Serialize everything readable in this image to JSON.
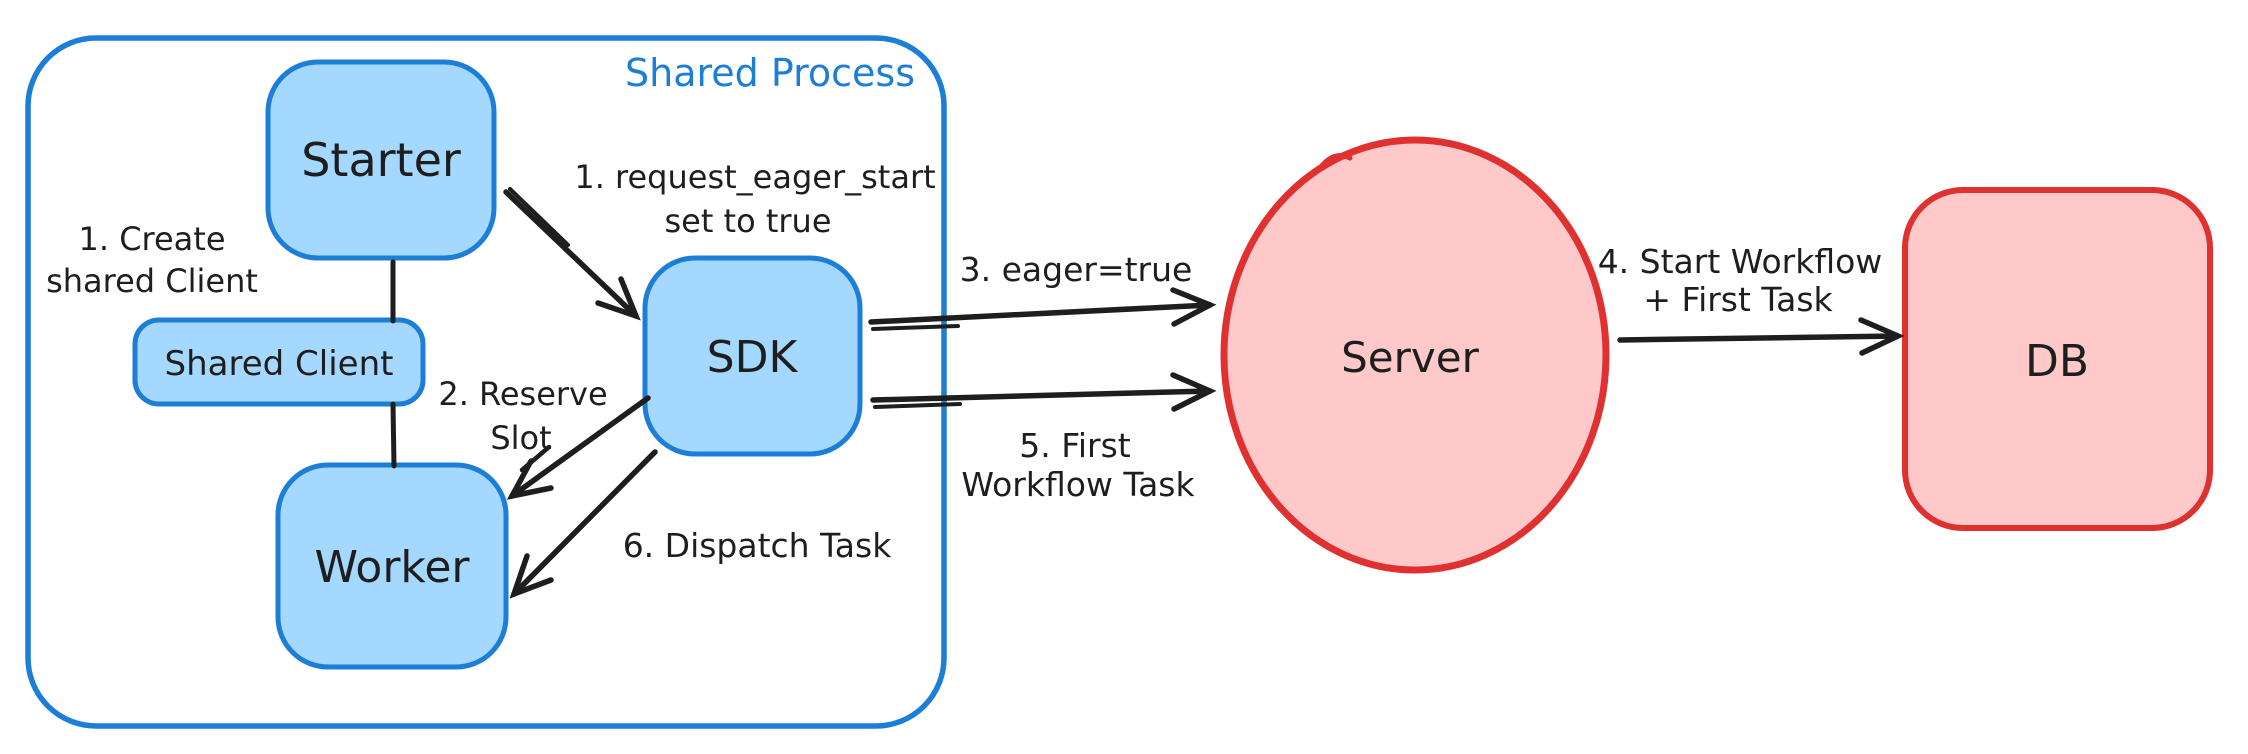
{
  "diagram": {
    "title": "Shared Process",
    "colors": {
      "blue_stroke": "#1c7ed6",
      "blue_fill": "#a5d8ff",
      "red_stroke": "#e03131",
      "red_fill": "#ffc9c9",
      "line": "#1e1e1e",
      "text": "#1e1e1e",
      "background": "#ffffff"
    },
    "nodes": {
      "starter": "Starter",
      "shared_client": "Shared Client",
      "worker": "Worker",
      "sdk": "SDK",
      "server": "Server",
      "db": "DB"
    },
    "annotations": {
      "create_shared_client_line1": "1. Create",
      "create_shared_client_line2": "shared Client",
      "request_eager_start_line1": "1. request_eager_start",
      "request_eager_start_line2": "set to true",
      "reserve_slot_line1": "2. Reserve",
      "reserve_slot_line2": "Slot",
      "eager_true": "3. eager=true",
      "start_workflow_line1": "4. Start Workflow",
      "start_workflow_line2": "+ First Task",
      "first_workflow_task_line1": "5. First",
      "first_workflow_task_line2": "Workflow Task",
      "dispatch_task": "6. Dispatch Task"
    }
  }
}
